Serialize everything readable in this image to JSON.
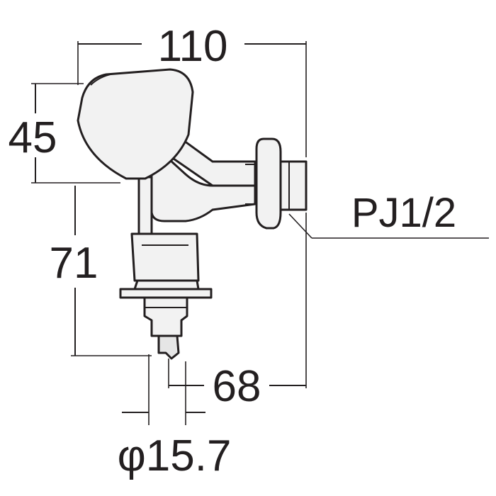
{
  "dimensions": {
    "width_total": "110",
    "handle_height": "45",
    "body_height": "71",
    "outlet_offset": "68",
    "outlet_diameter": "φ15.7"
  },
  "thread_spec": "PJ1/2",
  "colors": {
    "line": "#231f20",
    "fill": "#f2f2f2",
    "background": "#ffffff"
  }
}
